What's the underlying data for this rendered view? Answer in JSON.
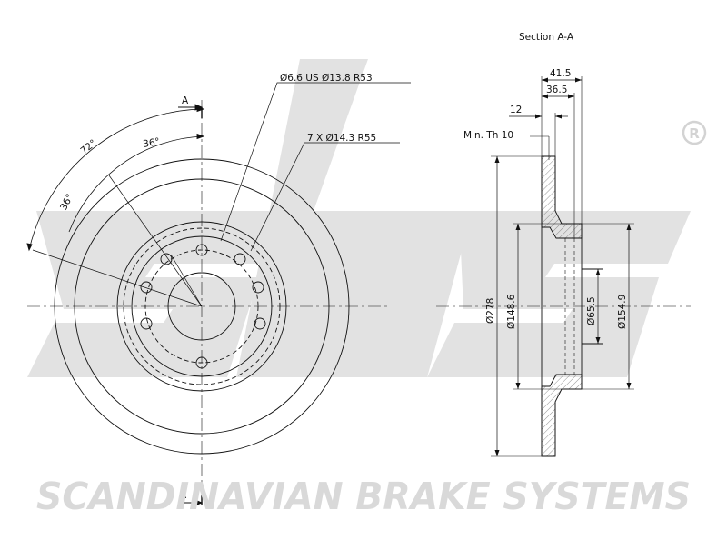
{
  "drawing": {
    "section_title": "Section A-A",
    "section_marker": "A",
    "angle_72": "72°",
    "angle_36_top": "36°",
    "angle_36_left": "36°",
    "bolt_hole_callout": "Ø6.6 US Ø13.8  R53",
    "stud_hole_callout": "7 X Ø14.3 R55",
    "dim_41_5": "41.5",
    "dim_36_5": "36.5",
    "dim_12": "12",
    "min_th": "Min. Th 10",
    "dia_278": "Ø278",
    "dia_148_6": "Ø148.6",
    "dia_65_5": "Ø65.5",
    "dia_154_9": "Ø154.9"
  },
  "brand": {
    "name": "SCANDINAVIAN BRAKE SYSTEMS",
    "logo_letters": "sbs",
    "registered_mark": "R",
    "color": "#d9d9d9"
  }
}
